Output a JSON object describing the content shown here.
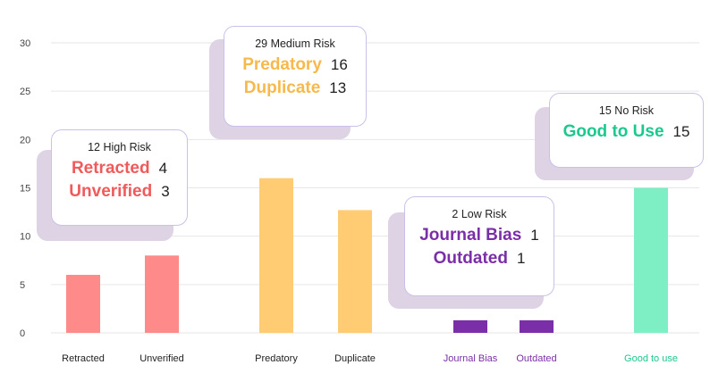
{
  "chart_data": {
    "type": "bar",
    "categories": [
      "Retracted",
      "Unverified",
      "Predatory",
      "Duplicate",
      "Journal Bias",
      "Outdated",
      "Good to use"
    ],
    "values": [
      6,
      8,
      16,
      12.7,
      1.3,
      1.3,
      15
    ],
    "category_colors": [
      "#ff8a8a",
      "#ff8a8a",
      "#ffcc74",
      "#ffcc74",
      "#7a2ea8",
      "#7a2ea8",
      "#7eeec4"
    ],
    "label_colors": [
      "#222222",
      "#222222",
      "#222222",
      "#222222",
      "#7a2ea8",
      "#7a2ea8",
      "#1bc98e"
    ],
    "ylim": [
      0,
      30
    ],
    "yticks": [
      0,
      5,
      10,
      15,
      20,
      25,
      30
    ],
    "grid": true,
    "xlabel": "",
    "ylabel": "",
    "title": ""
  },
  "callouts": {
    "high": {
      "title": "12 High Risk",
      "color": "#f05a5a",
      "rows": [
        {
          "name": "Retracted",
          "value": "4"
        },
        {
          "name": "Unverified",
          "value": "3"
        }
      ]
    },
    "medium": {
      "title": "29 Medium Risk",
      "color": "#f7b94c",
      "rows": [
        {
          "name": "Predatory",
          "value": "16"
        },
        {
          "name": "Duplicate",
          "value": "13"
        }
      ]
    },
    "low": {
      "title": "2 Low Risk",
      "color": "#7a2ea8",
      "rows": [
        {
          "name": "Journal Bias",
          "value": "1"
        },
        {
          "name": "Outdated",
          "value": "1"
        }
      ]
    },
    "none": {
      "title": "15 No Risk",
      "color": "#1bc98e",
      "rows": [
        {
          "name": "Good to Use",
          "value": "15"
        }
      ]
    }
  }
}
